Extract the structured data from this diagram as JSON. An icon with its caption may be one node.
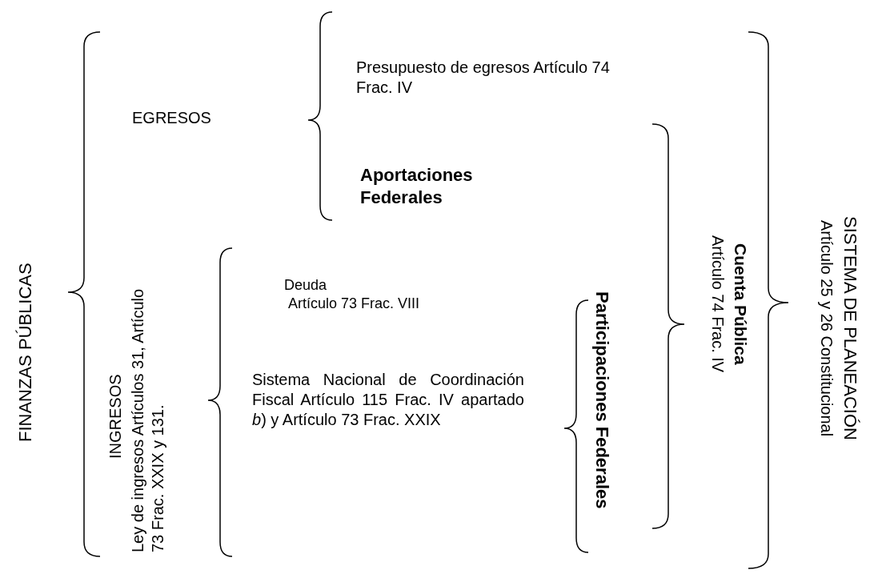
{
  "diagram": {
    "labels": [
      "FINANZAS PÚBLICAS",
      "EGRESOS",
      "INGRESOS",
      "Ley de ingresos Artículos 31, Artículo 73 Frac. XXIX y 131.",
      "Presupuesto de egresos Artículo 74 Frac. IV",
      "Aportaciones Federales",
      "Deuda Artículo 73 Frac. VIII",
      "Sistema Nacional de Coordinación Fiscal Artículo 115 Frac. IV apartado *b*) y Artículo 73 Frac. XXIX",
      "Participaciones Federales",
      "Cuenta Pública",
      "Artículo 74 Frac. IV",
      "SISTEMA DE PLANEACIÓN",
      "Artículo 25 y 26 Constitucional"
    ]
  }
}
